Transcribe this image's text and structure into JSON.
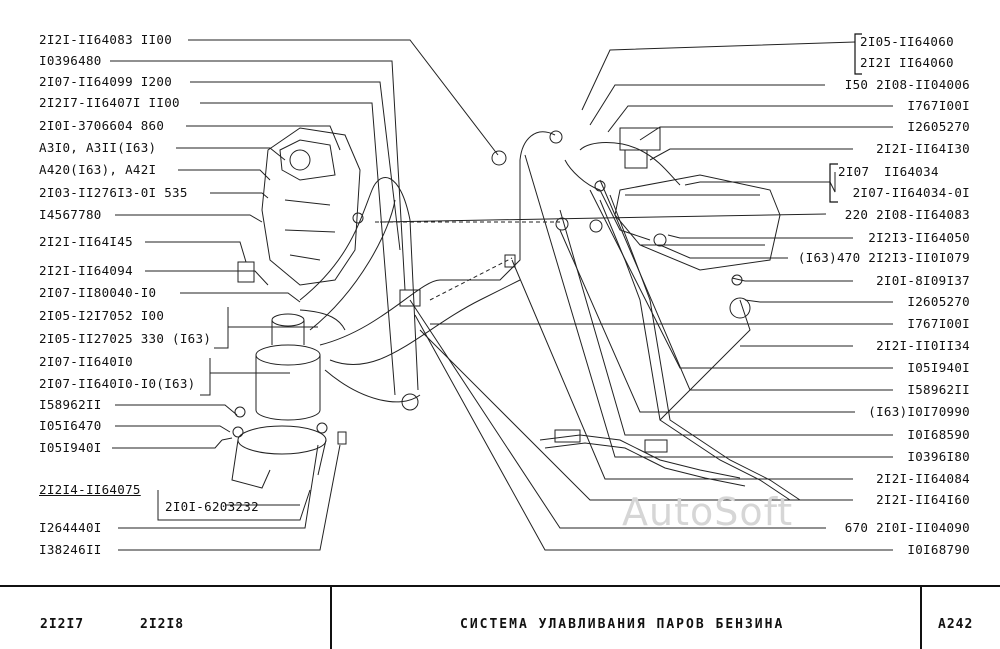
{
  "labels_left": [
    "2I2I-II64083 II00",
    "I0396480",
    "2I07-II64099 I200",
    "2I2I7-II6407I II00",
    "2I0I-3706604 860",
    "А3I0, А3II(I63)",
    "А420(I63), А42I",
    "2I03-II276I3-0I 535",
    "I4567780",
    "2I2I-II64I45",
    "2I2I-II64094",
    "2I07-II80040-I0",
    "2I05-I2I7052 I00",
    "2I05-II27025 330 (I63)",
    "2I07-II640I0",
    "2I07-II640I0-I0(I63)",
    "I58962II",
    "I05I6470",
    "I05I940I",
    "2I2I4-II64075",
    "2I0I-6203232",
    "I264440I",
    "I38246II"
  ],
  "labels_right": [
    "2I05-II64060",
    "2I2I",
    "II64060",
    "I50 2I08-II04006",
    "I767I00I",
    "I2605270",
    "2I2I-II64I30",
    "2I07",
    "II64034",
    "2I07-II64034-0I",
    "220 2I08-II64083",
    "2I2I3-II64050",
    "(I63)470 2I2I3-II0I079",
    "2I0I-8I09I37",
    "I2605270",
    "I767I00I",
    "2I2I-II0II34",
    "I05I940I",
    "I58962II",
    "(I63)I0I70990",
    "I0I68590",
    "I0396I80",
    "2I2I-II64084",
    "2I2I-II64I60",
    "670 2I0I-II04090",
    "I0I68790"
  ],
  "footer": {
    "models_a": "2I2I7",
    "models_b": "2I2I8",
    "title": "СИСТЕМА УЛАВЛИВАНИЯ ПАРОВ БЕНЗИНА",
    "code": "А242"
  },
  "watermark": "AutoSoft",
  "colors": {
    "ink": "#111111",
    "background": "#ffffff",
    "watermark": "#d6d6d6"
  }
}
